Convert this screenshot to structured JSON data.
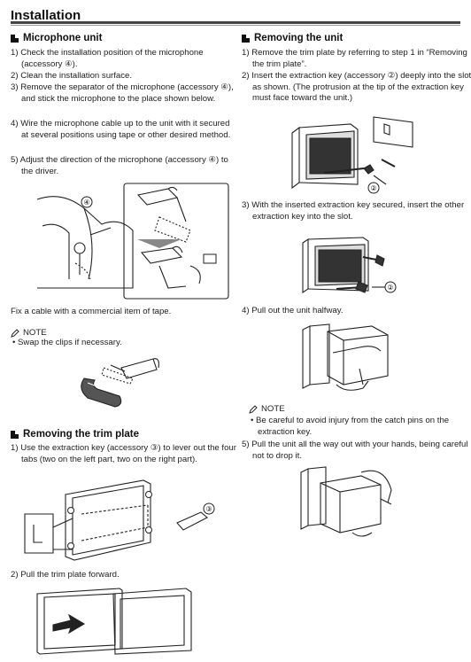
{
  "header": {
    "title": "Installation"
  },
  "left": {
    "mic": {
      "title": "Microphone unit",
      "steps": [
        "1) Check the installation position of the microphone (accessory ④).",
        "2) Clean the installation surface.",
        "3) Remove the separator of the microphone (accessory ④), and stick the microphone to the place shown below.",
        "4) Wire the microphone cable up to the unit with it secured at several positions using tape or other desired method.",
        "5) Adjust the direction of the microphone (accessory ④) to the driver."
      ],
      "figure_callout": "④",
      "caption": "Fix a cable with a commercial item of tape.",
      "note_title": "NOTE",
      "note_items": [
        "Swap the clips if necessary."
      ]
    },
    "trim": {
      "title": "Removing the trim plate",
      "steps": [
        "1) Use the extraction key (accessory ③) to lever out the four tabs (two on the left part, two on the right part).",
        "2) Pull the trim plate forward."
      ],
      "figure_callout": "③"
    }
  },
  "right": {
    "unit": {
      "title": "Removing the unit",
      "steps": [
        "1) Remove the trim plate by referring to step 1 in “Removing the trim plate”.",
        "2) Insert the extraction key (accessory ②) deeply into the slot as shown. (The protrusion at the tip of the extraction key must face toward the unit.)",
        "3) With the inserted extraction key secured, insert the other extraction key into the slot.",
        "4) Pull out the unit halfway.",
        "5) Pull the unit all the way out with your hands, being careful not to drop it."
      ],
      "figure_callouts": [
        "②",
        "②"
      ],
      "note_title": "NOTE",
      "note_items": [
        "Be careful to avoid injury from the catch pins on the extraction key."
      ]
    }
  }
}
